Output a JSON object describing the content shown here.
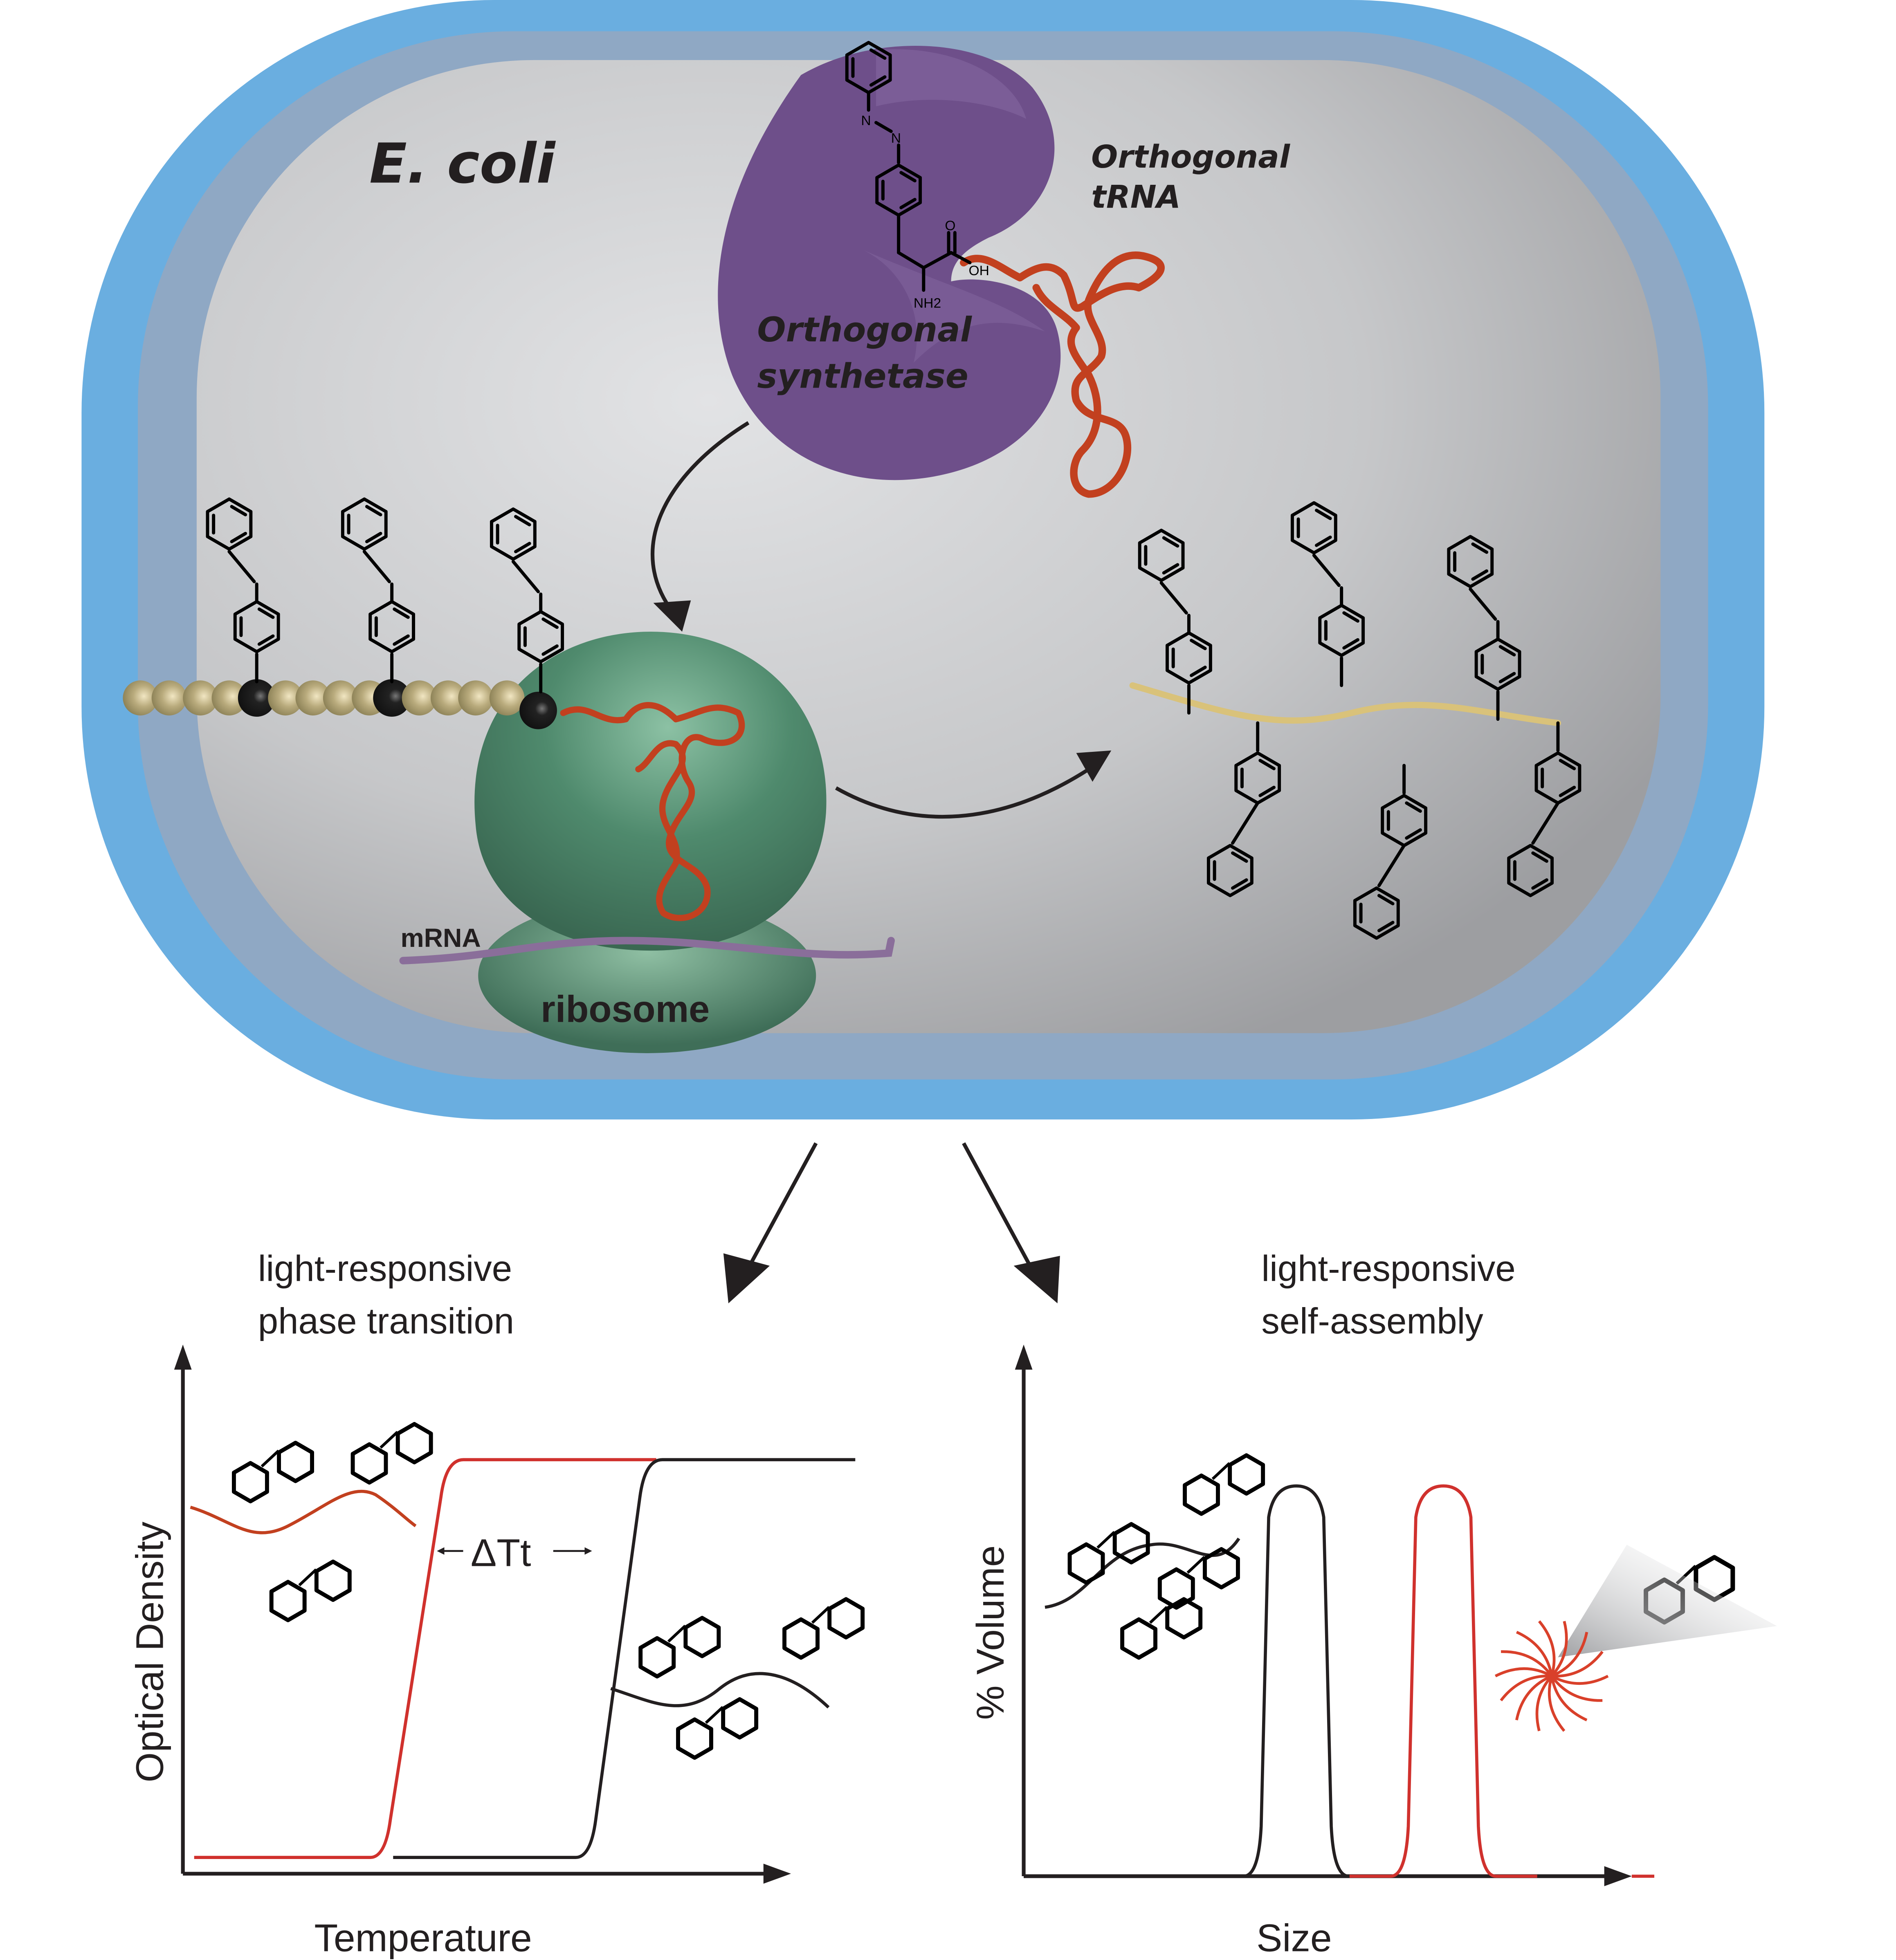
{
  "figure": {
    "cell": {
      "organism_label": "E. coli",
      "synthetase_label": [
        "Orthogonal",
        "synthetase"
      ],
      "trna_label": [
        "Orthogonal",
        "tRNA"
      ],
      "mrna_label": "mRNA",
      "ribosome_label": "ribosome",
      "amino_acid": {
        "substituents": [
          "NH2",
          "OH",
          "O"
        ],
        "azo_atoms": [
          "N",
          "N"
        ]
      },
      "colors": {
        "membrane_outer": "#6aaee0",
        "membrane_inner": "#8fa8c4",
        "cytoplasm": "#c8c9cb",
        "synthetase": "#6e4f8a",
        "ribosome": "#3f6e58",
        "trna": "#c2401f",
        "mrna": "#8a6e9a",
        "bead": "#b7a97a",
        "bead_modified": "#1d1d1d",
        "polymer": "#d9c27a"
      }
    },
    "panels": [
      {
        "title": [
          "light-responsive",
          "phase transition"
        ],
        "xlabel": "Temperature",
        "ylabel": "Optical Density",
        "annotation": "ΔTt"
      },
      {
        "title": [
          "light-responsive",
          "self-assembly"
        ],
        "xlabel": "Size",
        "ylabel": "% Volume"
      }
    ],
    "series_colors": {
      "state_a": "#d0312d",
      "state_b": "#231f20"
    }
  },
  "chart_data": [
    {
      "type": "line",
      "title": "light-responsive phase transition",
      "xlabel": "Temperature",
      "ylabel": "Optical Density",
      "annotation": "ΔTt",
      "xlim": [
        0,
        100
      ],
      "ylim": [
        0,
        1
      ],
      "grid": false,
      "series": [
        {
          "name": "red",
          "x": [
            0,
            29,
            35,
            40,
            72
          ],
          "y": [
            0,
            0,
            0.5,
            1,
            1
          ]
        },
        {
          "name": "black",
          "x": [
            31,
            61,
            66,
            71,
            103
          ],
          "y": [
            0,
            0,
            0.5,
            1,
            1
          ]
        }
      ]
    },
    {
      "type": "line",
      "title": "light-responsive self-assembly",
      "xlabel": "Size",
      "ylabel": "% Volume",
      "xlim": [
        0,
        100
      ],
      "ylim": [
        0,
        1
      ],
      "grid": false,
      "series": [
        {
          "name": "black",
          "peak_center": 42,
          "peak_height": 0.85
        },
        {
          "name": "red",
          "peak_center": 66,
          "peak_height": 0.85
        }
      ]
    }
  ]
}
